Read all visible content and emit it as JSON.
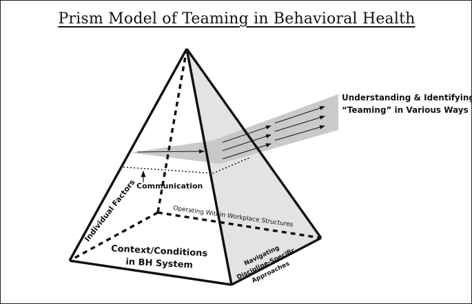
{
  "title": "Prism Model of Teaming in Behavioral Health",
  "output_label": {
    "line1": "Understanding & Identifying",
    "line2": "“Teaming” in Various Ways"
  },
  "communication_label": "Communication",
  "individual_factors_label": "Individual Factors",
  "workplace_structures_label": "Operating Within Workplace Structures",
  "context_label": {
    "line1": "Context/Conditions",
    "line2": "in BH System"
  },
  "discipline_label": {
    "line1": "Navigating",
    "line2": "Discipline-Specific",
    "line3": "Approaches"
  }
}
